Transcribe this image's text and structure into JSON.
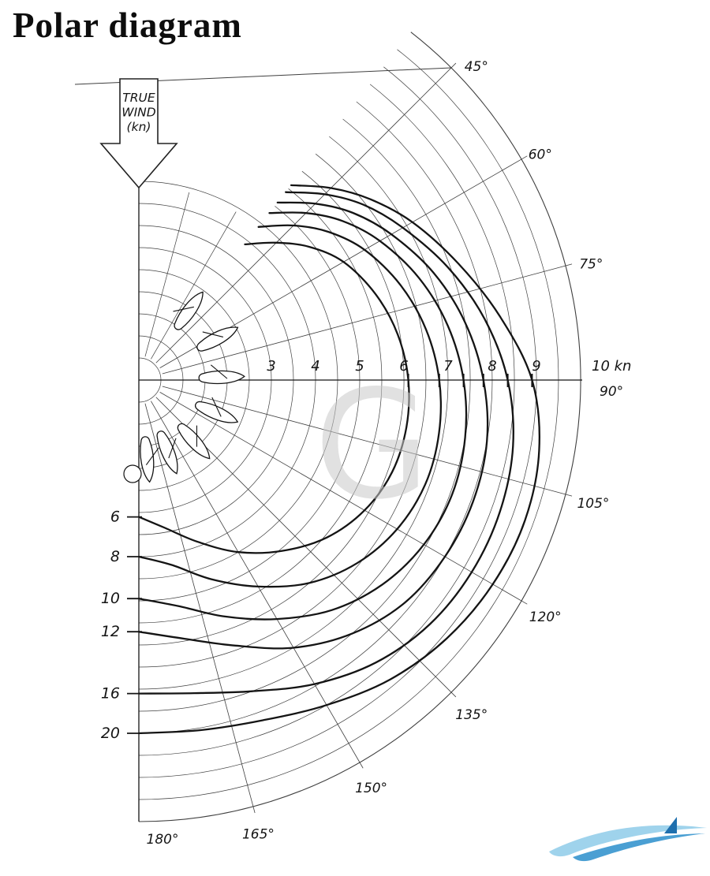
{
  "page": {
    "title": "Polar diagram"
  },
  "wind_arrow": {
    "label_lines": [
      "TRUE",
      "WIND",
      "(kn)"
    ]
  },
  "colors": {
    "ink": "#141414",
    "grid": "#3f3f3f",
    "watermark_gray": "#c9c9c9",
    "logo_blue_light": "#9fd3ec",
    "logo_blue_dark": "#4a9fd3",
    "logo_blue_deep": "#1e6fae"
  },
  "watermark": {
    "glyph": "G"
  },
  "chart_data": {
    "type": "line",
    "coordinate_system": "polar-half",
    "title": "Polar diagram",
    "subtitle": "",
    "radial_axis": {
      "label": "kn",
      "ticks": [
        "3",
        "4",
        "5",
        "6",
        "7",
        "8",
        "9"
      ],
      "tick_values": [
        3,
        4,
        5,
        6,
        7,
        8,
        9
      ],
      "end_tick_label": "10 kn",
      "max": 10,
      "ring_step": 0.5
    },
    "angle_axis": {
      "unit": "deg",
      "labels": [
        "45°",
        "60°",
        "75°",
        "90°",
        "105°",
        "120°",
        "135°",
        "150°",
        "165°",
        "180°"
      ],
      "values": [
        45,
        60,
        75,
        90,
        105,
        120,
        135,
        150,
        165,
        180
      ]
    },
    "angles_deg": [
      38,
      45,
      52,
      60,
      70,
      80,
      90,
      100,
      110,
      120,
      130,
      140,
      150,
      160,
      170,
      180
    ],
    "series": [
      {
        "name": "true wind 6 kn",
        "label": "6",
        "boat_speed_kn": [
          3.9,
          4.4,
          4.9,
          5.35,
          5.7,
          5.95,
          6.1,
          6.15,
          6.1,
          5.9,
          5.55,
          5.05,
          4.5,
          3.9,
          3.4,
          3.1
        ]
      },
      {
        "name": "true wind 8 kn",
        "label": "8",
        "boat_speed_kn": [
          4.4,
          4.95,
          5.45,
          5.9,
          6.3,
          6.6,
          6.8,
          6.9,
          6.9,
          6.75,
          6.45,
          6.0,
          5.4,
          4.8,
          4.25,
          4.0
        ]
      },
      {
        "name": "true wind 10 kn",
        "label": "10",
        "boat_speed_kn": [
          4.8,
          5.35,
          5.85,
          6.3,
          6.75,
          7.1,
          7.35,
          7.5,
          7.55,
          7.45,
          7.2,
          6.8,
          6.25,
          5.7,
          5.2,
          4.95
        ]
      },
      {
        "name": "true wind 12 kn",
        "label": "12",
        "boat_speed_kn": [
          5.1,
          5.65,
          6.15,
          6.6,
          7.1,
          7.5,
          7.8,
          8.0,
          8.05,
          8.0,
          7.85,
          7.5,
          7.0,
          6.4,
          5.95,
          5.7
        ]
      },
      {
        "name": "true wind 16 kn",
        "label": "16",
        "boat_speed_kn": [
          5.4,
          5.95,
          6.45,
          6.9,
          7.45,
          7.95,
          8.35,
          8.6,
          8.7,
          8.7,
          8.6,
          8.35,
          7.95,
          7.5,
          7.2,
          7.1
        ]
      },
      {
        "name": "true wind 20 kn",
        "label": "20",
        "boat_speed_kn": [
          5.6,
          6.15,
          6.65,
          7.15,
          7.7,
          8.3,
          8.9,
          9.2,
          9.3,
          9.25,
          9.1,
          8.85,
          8.5,
          8.2,
          8.05,
          8.0
        ]
      }
    ],
    "legend_position": "left-axis",
    "grid": true
  }
}
